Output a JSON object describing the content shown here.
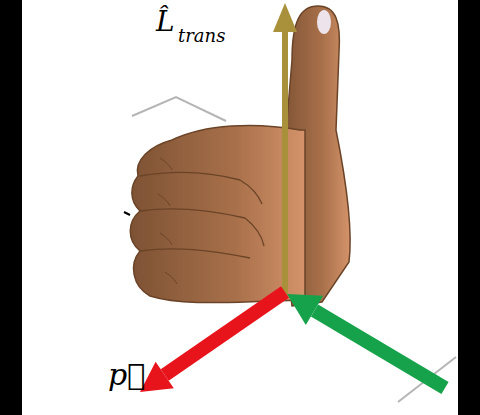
{
  "diagram": {
    "labels": [
      "L̂",
      "trans",
      "p⃗"
    ]
  }
}
